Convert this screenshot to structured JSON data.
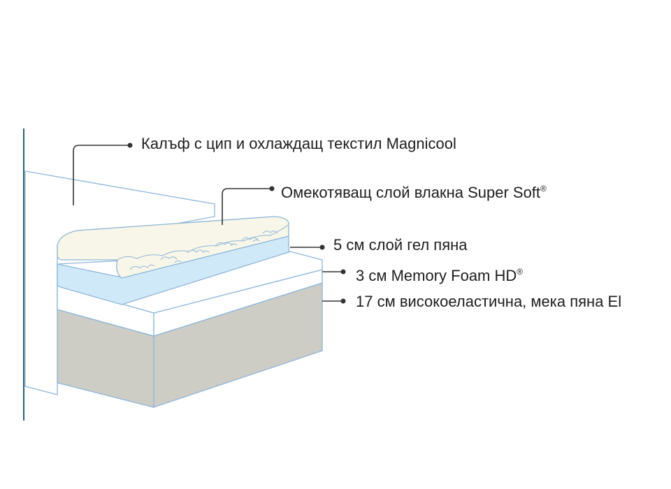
{
  "colors": {
    "outline": "#8fb6d8",
    "vertical_bar": "#2f5e78",
    "leader": "#333333",
    "cover_fill": "#ffffff",
    "fiber_fill": "#f7f6e8",
    "gel_fill": "#cfe9f8",
    "memory_fill": "#ffffff",
    "base_top": "#ffffff",
    "base_side": "#cdcdc6"
  },
  "labels": {
    "cover": "Калъф с цип и охлаждащ текстил Magnicool",
    "fiber": "Омекотяващ слой влакна Super Soft",
    "fiber_mark": "®",
    "gel": "5 см слой гел пяна",
    "memory": "3 см Memory Foam HD",
    "memory_mark": "®",
    "base": "17 см високоеластична, мека пяна El"
  }
}
